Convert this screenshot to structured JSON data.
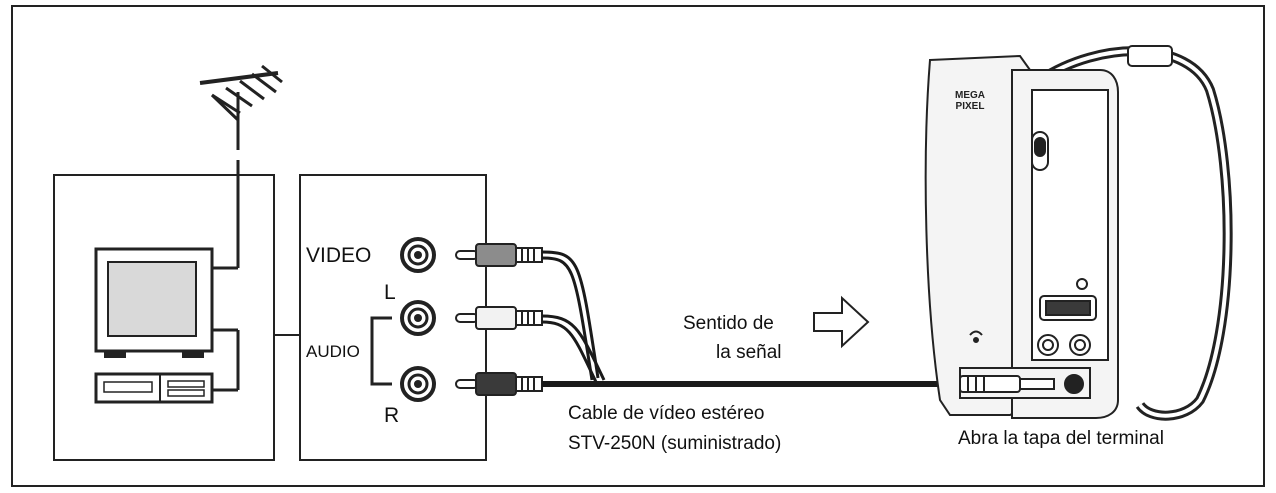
{
  "labels": {
    "video": "VIDEO",
    "audio_left": "L",
    "audio": "AUDIO",
    "audio_right": "R",
    "signal_line1": "Sentido de",
    "signal_line2": "la señal",
    "cable_line1": "Cable de vídeo estéreo",
    "cable_line2": "STV-250N (suministrado)",
    "camera_note": "Abra la tapa del terminal"
  },
  "camera": {
    "badge_line1": "MEGA",
    "badge_line2": "PIXEL"
  },
  "icons": [
    "antenna-icon",
    "tv-icon",
    "vcr-icon",
    "rca-jack-icon",
    "rca-plug-icon",
    "signal-direction-arrow-icon",
    "camcorder-icon"
  ],
  "colors": {
    "line": "#1a1a1a",
    "plug_dark": "#3a3a3a",
    "plug_light": "#f2f2f2",
    "camera_fill": "#f4f4f4",
    "screen": "#d9d9d9"
  }
}
